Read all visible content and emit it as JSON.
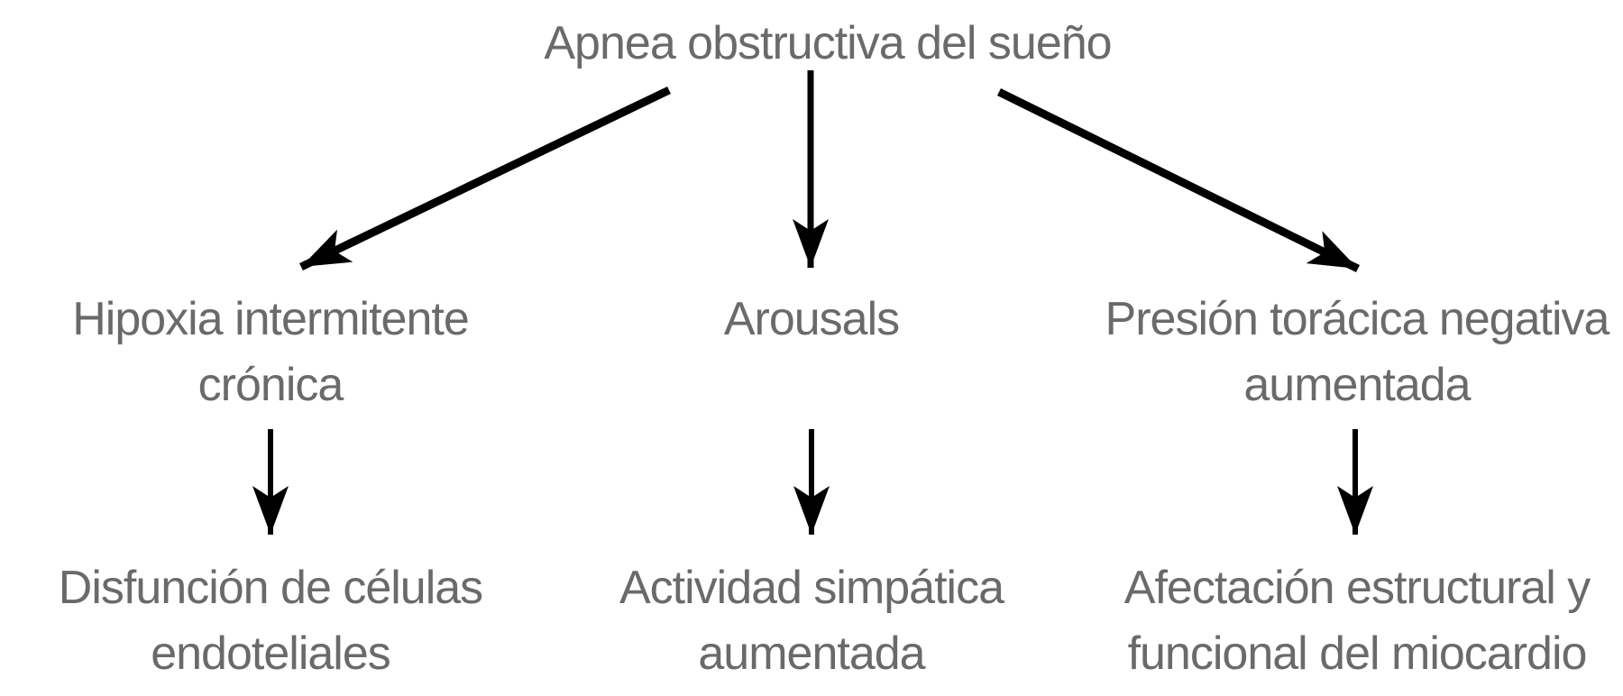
{
  "diagram": {
    "type": "flowchart",
    "root": {
      "label": "Apnea obstructiva del sueño"
    },
    "branches": [
      {
        "id": "hipoxia",
        "cause": {
          "lines": [
            "Hipoxia intermitente",
            "crónica"
          ]
        },
        "effect": {
          "lines": [
            "Disfunción de células",
            "endoteliales"
          ]
        }
      },
      {
        "id": "arousals",
        "cause": {
          "lines": [
            "Arousals"
          ]
        },
        "effect": {
          "lines": [
            "Actividad simpática",
            "aumentada"
          ]
        }
      },
      {
        "id": "presion",
        "cause": {
          "lines": [
            "Presión torácica negativa",
            "aumentada"
          ]
        },
        "effect": {
          "lines": [
            "Afectación estructural y",
            "funcional del miocardio"
          ]
        }
      }
    ]
  },
  "colors": {
    "text": "#6a6a6a",
    "arrow": "#000000",
    "background": "#ffffff"
  }
}
